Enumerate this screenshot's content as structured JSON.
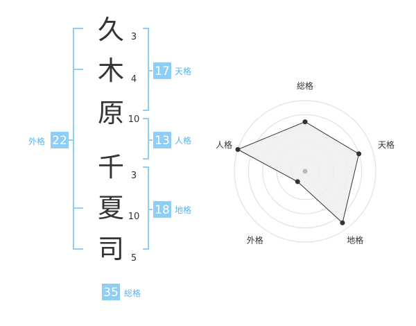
{
  "name": {
    "surname": [
      {
        "char": "久",
        "strokes": "3"
      },
      {
        "char": "木",
        "strokes": "4"
      },
      {
        "char": "原",
        "strokes": "10"
      }
    ],
    "given": [
      {
        "char": "千",
        "strokes": "3"
      },
      {
        "char": "夏",
        "strokes": "10"
      },
      {
        "char": "司",
        "strokes": "5"
      }
    ]
  },
  "scores": {
    "tenkaku": {
      "label": "天格",
      "value": "17"
    },
    "jinkaku": {
      "label": "人格",
      "value": "13"
    },
    "chikaku": {
      "label": "地格",
      "value": "18"
    },
    "gaikaku": {
      "label": "外格",
      "value": "22"
    },
    "soukaku": {
      "label": "総格",
      "value": "35"
    }
  },
  "chart_data": {
    "type": "radar",
    "axes": [
      "総格",
      "天格",
      "地格",
      "外格",
      "人格"
    ],
    "values": [
      0.7,
      0.8,
      0.9,
      0.18,
      1.0
    ],
    "rings": 5,
    "grid": true,
    "colors": {
      "fill": "#efefef",
      "line": "#333333",
      "ring": "#dddddd",
      "point": "#333333",
      "center": "#bbbbbb"
    }
  }
}
